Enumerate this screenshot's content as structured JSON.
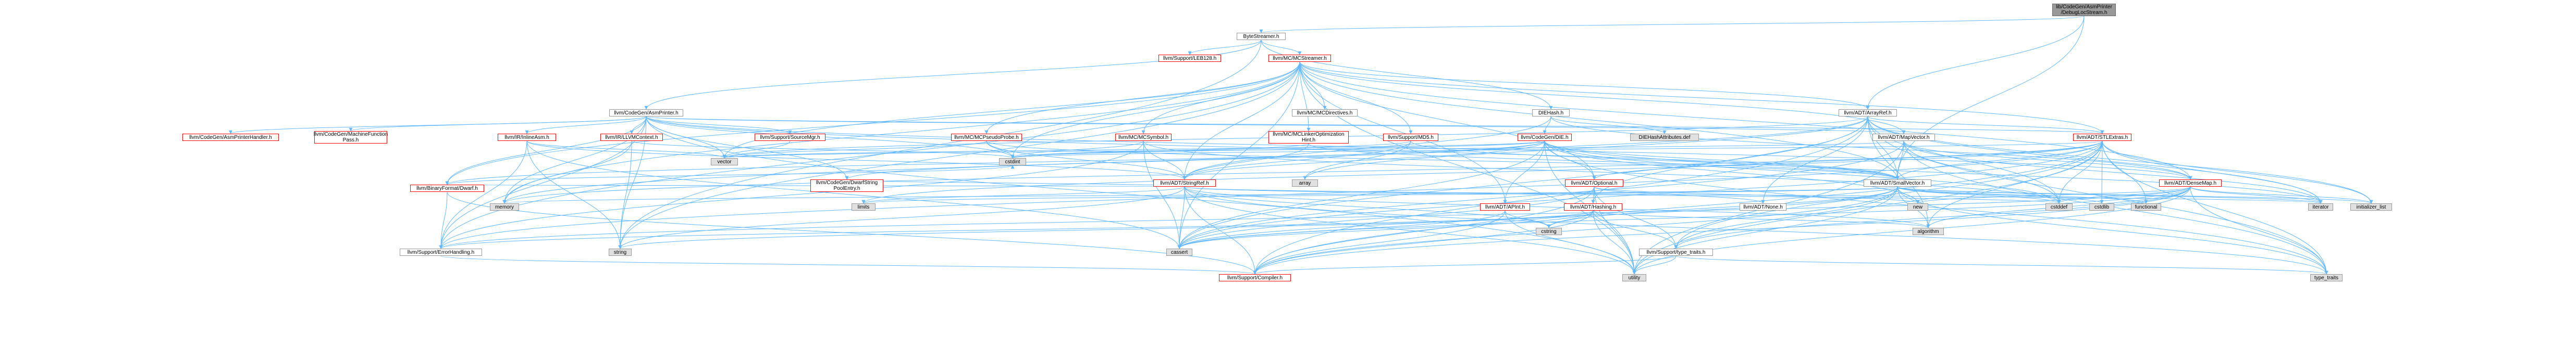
{
  "colors": {
    "edge": "#63b8ff",
    "root_fill": "#999999",
    "link_border": "#ff0000",
    "system_fill": "#e0e0e0"
  },
  "nodes": [
    {
      "id": "root",
      "label": "lib/CodeGen/AsmPrinter\n/DebugLocStream.h",
      "style": "root"
    },
    {
      "id": "bytestreamer",
      "label": "ByteStreamer.h",
      "style": "plain"
    },
    {
      "id": "leb128",
      "label": "llvm/Support/LEB128.h",
      "style": "red"
    },
    {
      "id": "mcstreamer",
      "label": "llvm/MC/MCStreamer.h",
      "style": "red"
    },
    {
      "id": "asmprinter",
      "label": "llvm/CodeGen/AsmPrinter.h",
      "style": "plain"
    },
    {
      "id": "mcdirectives",
      "label": "llvm/MC/MCDirectives.h",
      "style": "plain"
    },
    {
      "id": "diehash",
      "label": "DIEHash.h",
      "style": "plain"
    },
    {
      "id": "arrayref",
      "label": "llvm/ADT/ArrayRef.h",
      "style": "plain"
    },
    {
      "id": "asmprinterhandler",
      "label": "llvm/CodeGen/AsmPrinterHandler.h",
      "style": "red"
    },
    {
      "id": "machinefunctionpass",
      "label": "llvm/CodeGen/MachineFunction\nPass.h",
      "style": "red"
    },
    {
      "id": "inlineasm",
      "label": "llvm/IR/InlineAsm.h",
      "style": "red"
    },
    {
      "id": "llvmcontext",
      "label": "llvm/IR/LLVMContext.h",
      "style": "red"
    },
    {
      "id": "sourcemgr",
      "label": "llvm/Support/SourceMgr.h",
      "style": "red"
    },
    {
      "id": "mcpseudoprobe",
      "label": "llvm/MC/MCPseudoProbe.h",
      "style": "red"
    },
    {
      "id": "mcsymbol",
      "label": "llvm/MC/MCSymbol.h",
      "style": "red"
    },
    {
      "id": "mclinker",
      "label": "llvm/MC/MCLinkerOptimization\nHint.h",
      "style": "red"
    },
    {
      "id": "md5",
      "label": "llvm/Support/MD5.h",
      "style": "red"
    },
    {
      "id": "codegendie",
      "label": "llvm/CodeGen/DIE.h",
      "style": "red"
    },
    {
      "id": "dieattrdef",
      "label": "DIEHashAttributes.def",
      "style": "grey"
    },
    {
      "id": "mapvector",
      "label": "llvm/ADT/MapVector.h",
      "style": "plain"
    },
    {
      "id": "stlextras",
      "label": "llvm/ADT/STLExtras.h",
      "style": "red"
    },
    {
      "id": "vector",
      "label": "vector",
      "style": "grey"
    },
    {
      "id": "cstdint",
      "label": "cstdint",
      "style": "grey"
    },
    {
      "id": "dwarf",
      "label": "llvm/BinaryFormat/Dwarf.h",
      "style": "red"
    },
    {
      "id": "dwarfstring",
      "label": "llvm/CodeGen/DwarfString\nPoolEntry.h",
      "style": "red"
    },
    {
      "id": "stringref",
      "label": "llvm/ADT/StringRef.h",
      "style": "red"
    },
    {
      "id": "array",
      "label": "array",
      "style": "grey"
    },
    {
      "id": "optional",
      "label": "llvm/ADT/Optional.h",
      "style": "red"
    },
    {
      "id": "smallvector",
      "label": "llvm/ADT/SmallVector.h",
      "style": "plain"
    },
    {
      "id": "densemap",
      "label": "llvm/ADT/DenseMap.h",
      "style": "red"
    },
    {
      "id": "memory",
      "label": "memory",
      "style": "grey"
    },
    {
      "id": "limits",
      "label": "limits",
      "style": "grey"
    },
    {
      "id": "apint",
      "label": "llvm/ADT/APInt.h",
      "style": "red"
    },
    {
      "id": "hashing",
      "label": "llvm/ADT/Hashing.h",
      "style": "red"
    },
    {
      "id": "none",
      "label": "llvm/ADT/None.h",
      "style": "plain"
    },
    {
      "id": "new",
      "label": "new",
      "style": "grey"
    },
    {
      "id": "cstddef",
      "label": "cstddef",
      "style": "grey"
    },
    {
      "id": "cstdlib",
      "label": "cstdlib",
      "style": "grey"
    },
    {
      "id": "functional",
      "label": "functional",
      "style": "grey"
    },
    {
      "id": "iterator",
      "label": "iterator",
      "style": "grey"
    },
    {
      "id": "initlist",
      "label": "initializer_list",
      "style": "grey"
    },
    {
      "id": "errorhandling",
      "label": "llvm/Support/ErrorHandling.h",
      "style": "plain"
    },
    {
      "id": "string",
      "label": "string",
      "style": "grey"
    },
    {
      "id": "cassert",
      "label": "cassert",
      "style": "grey"
    },
    {
      "id": "cstring",
      "label": "cstring",
      "style": "grey"
    },
    {
      "id": "typetraits",
      "label": "llvm/Support/type_traits.h",
      "style": "plain"
    },
    {
      "id": "algorithm",
      "label": "algorithm",
      "style": "grey"
    },
    {
      "id": "compiler",
      "label": "llvm/Support/Compiler.h",
      "style": "red"
    },
    {
      "id": "utility",
      "label": "utility",
      "style": "grey"
    },
    {
      "id": "type_traits",
      "label": "type_traits",
      "style": "grey"
    }
  ],
  "edges": [
    [
      "root",
      "bytestreamer"
    ],
    [
      "root",
      "arrayref"
    ],
    [
      "root",
      "smallvector"
    ],
    [
      "bytestreamer",
      "leb128"
    ],
    [
      "bytestreamer",
      "mcstreamer"
    ],
    [
      "bytestreamer",
      "asmprinter"
    ],
    [
      "bytestreamer",
      "diehash"
    ],
    [
      "bytestreamer",
      "string"
    ],
    [
      "mcstreamer",
      "mcdirectives"
    ],
    [
      "mcstreamer",
      "arrayref"
    ],
    [
      "mcstreamer",
      "mcpseudoprobe"
    ],
    [
      "mcstreamer",
      "mcsymbol"
    ],
    [
      "mcstreamer",
      "mclinker"
    ],
    [
      "mcstreamer",
      "md5"
    ],
    [
      "mcstreamer",
      "optional"
    ],
    [
      "mcstreamer",
      "smallvector"
    ],
    [
      "mcstreamer",
      "stringref"
    ],
    [
      "mcstreamer",
      "apint"
    ],
    [
      "mcstreamer",
      "errorhandling"
    ],
    [
      "mcstreamer",
      "cassert"
    ],
    [
      "mcstreamer",
      "cstdint"
    ],
    [
      "mcstreamer",
      "memory"
    ],
    [
      "mcstreamer",
      "string"
    ],
    [
      "mcstreamer",
      "utility"
    ],
    [
      "mcstreamer",
      "vector"
    ],
    [
      "mcstreamer",
      "dwarf"
    ],
    [
      "mcstreamer",
      "mapvector"
    ],
    [
      "mcstreamer",
      "densemap"
    ],
    [
      "mcstreamer",
      "stlextras"
    ],
    [
      "asmprinter",
      "asmprinterhandler"
    ],
    [
      "asmprinter",
      "machinefunctionpass"
    ],
    [
      "asmprinter",
      "inlineasm"
    ],
    [
      "asmprinter",
      "llvmcontext"
    ],
    [
      "asmprinter",
      "sourcemgr"
    ],
    [
      "asmprinter",
      "dwarfstring"
    ],
    [
      "asmprinter",
      "dwarf"
    ],
    [
      "asmprinter",
      "errorhandling"
    ],
    [
      "asmprinter",
      "cstdint"
    ],
    [
      "asmprinter",
      "memory"
    ],
    [
      "asmprinter",
      "utility"
    ],
    [
      "asmprinter",
      "vector"
    ],
    [
      "asmprinter",
      "mapvector"
    ],
    [
      "asmprinter",
      "smallvector"
    ],
    [
      "asmprinter",
      "densemap"
    ],
    [
      "asmprinter",
      "stlextras"
    ],
    [
      "asmprinter",
      "string"
    ],
    [
      "diehash",
      "codegendie"
    ],
    [
      "diehash",
      "dieattrdef"
    ],
    [
      "diehash",
      "stringref"
    ],
    [
      "diehash",
      "densemap"
    ],
    [
      "arrayref",
      "stlextras"
    ],
    [
      "arrayref",
      "smallvector"
    ],
    [
      "arrayref",
      "hashing"
    ],
    [
      "arrayref",
      "none"
    ],
    [
      "arrayref",
      "compiler"
    ],
    [
      "arrayref",
      "algorithm"
    ],
    [
      "arrayref",
      "array"
    ],
    [
      "arrayref",
      "cassert"
    ],
    [
      "arrayref",
      "cstddef"
    ],
    [
      "arrayref",
      "initlist"
    ],
    [
      "arrayref",
      "iterator"
    ],
    [
      "arrayref",
      "memory"
    ],
    [
      "arrayref",
      "type_traits"
    ],
    [
      "arrayref",
      "vector"
    ],
    [
      "inlineasm",
      "stringref"
    ],
    [
      "inlineasm",
      "errorhandling"
    ],
    [
      "inlineasm",
      "cassert"
    ],
    [
      "inlineasm",
      "string"
    ],
    [
      "inlineasm",
      "vector"
    ],
    [
      "llvmcontext",
      "cstdint"
    ],
    [
      "llvmcontext",
      "memory"
    ],
    [
      "llvmcontext",
      "string"
    ],
    [
      "sourcemgr",
      "vector"
    ],
    [
      "mcpseudoprobe",
      "cstdint"
    ],
    [
      "mcpseudoprobe",
      "smallvector"
    ],
    [
      "mcpseudoprobe",
      "stringref"
    ],
    [
      "mcpseudoprobe",
      "vector"
    ],
    [
      "mcsymbol",
      "stringref"
    ],
    [
      "mcsymbol",
      "cassert"
    ],
    [
      "mcsymbol",
      "cstddef"
    ],
    [
      "mcsymbol",
      "cstdint"
    ],
    [
      "mcsymbol",
      "errorhandling"
    ],
    [
      "mclinker",
      "stringref"
    ],
    [
      "mclinker",
      "smallvector"
    ],
    [
      "mclinker",
      "cstdint"
    ],
    [
      "md5",
      "stringref"
    ],
    [
      "md5",
      "array"
    ],
    [
      "md5",
      "cstdint"
    ],
    [
      "md5",
      "smallvector"
    ],
    [
      "codegendie",
      "smallvector"
    ],
    [
      "codegendie",
      "stringref"
    ],
    [
      "codegendie",
      "dwarf"
    ],
    [
      "codegendie",
      "dwarfstring"
    ],
    [
      "codegendie",
      "apint"
    ],
    [
      "codegendie",
      "optional"
    ],
    [
      "codegendie",
      "cassert"
    ],
    [
      "codegendie",
      "cstddef"
    ],
    [
      "codegendie",
      "cstdint"
    ],
    [
      "codegendie",
      "iterator"
    ],
    [
      "codegendie",
      "new"
    ],
    [
      "codegendie",
      "type_traits"
    ],
    [
      "codegendie",
      "utility"
    ],
    [
      "codegendie",
      "vector"
    ],
    [
      "mapvector",
      "densemap"
    ],
    [
      "mapvector",
      "smallvector"
    ],
    [
      "mapvector",
      "cassert"
    ],
    [
      "mapvector",
      "cstddef"
    ],
    [
      "mapvector",
      "iterator"
    ],
    [
      "mapvector",
      "type_traits"
    ],
    [
      "mapvector",
      "utility"
    ],
    [
      "mapvector",
      "vector"
    ],
    [
      "stlextras",
      "optional"
    ],
    [
      "stlextras",
      "smallvector"
    ],
    [
      "stlextras",
      "errorhandling"
    ],
    [
      "stlextras",
      "algorithm"
    ],
    [
      "stlextras",
      "cassert"
    ],
    [
      "stlextras",
      "cstddef"
    ],
    [
      "stlextras",
      "cstdint"
    ],
    [
      "stlextras",
      "cstdlib"
    ],
    [
      "stlextras",
      "functional"
    ],
    [
      "stlextras",
      "initlist"
    ],
    [
      "stlextras",
      "iterator"
    ],
    [
      "stlextras",
      "limits"
    ],
    [
      "stlextras",
      "memory"
    ],
    [
      "stlextras",
      "tuple"
    ],
    [
      "stlextras",
      "type_traits"
    ],
    [
      "stlextras",
      "utility"
    ],
    [
      "stlextras",
      "typetraits"
    ],
    [
      "stlextras",
      "compiler"
    ],
    [
      "dwarf",
      "errorhandling"
    ],
    [
      "dwarf",
      "compiler"
    ],
    [
      "dwarf",
      "stringref"
    ],
    [
      "dwarf",
      "cstdint"
    ],
    [
      "dwarfstring",
      "stringref"
    ],
    [
      "stringref",
      "compiler"
    ],
    [
      "stringref",
      "algorithm"
    ],
    [
      "stringref",
      "cassert"
    ],
    [
      "stringref",
      "cstddef"
    ],
    [
      "stringref",
      "cstring"
    ],
    [
      "stringref",
      "limits"
    ],
    [
      "stringref",
      "string"
    ],
    [
      "stringref",
      "type_traits"
    ],
    [
      "stringref",
      "utility"
    ],
    [
      "stringref",
      "iterator"
    ],
    [
      "optional",
      "hashing"
    ],
    [
      "optional",
      "none"
    ],
    [
      "optional",
      "compiler"
    ],
    [
      "optional",
      "typetraits"
    ],
    [
      "optional",
      "cassert"
    ],
    [
      "optional",
      "new"
    ],
    [
      "optional",
      "utility"
    ],
    [
      "smallvector",
      "compiler"
    ],
    [
      "smallvector",
      "typetraits"
    ],
    [
      "smallvector",
      "algorithm"
    ],
    [
      "smallvector",
      "cassert"
    ],
    [
      "smallvector",
      "cstddef"
    ],
    [
      "smallvector",
      "cstdlib"
    ],
    [
      "smallvector",
      "cstring"
    ],
    [
      "smallvector",
      "functional"
    ],
    [
      "smallvector",
      "initlist"
    ],
    [
      "smallvector",
      "iterator"
    ],
    [
      "smallvector",
      "limits"
    ],
    [
      "smallvector",
      "memory"
    ],
    [
      "smallvector",
      "new"
    ],
    [
      "smallvector",
      "type_traits"
    ],
    [
      "smallvector",
      "utility"
    ],
    [
      "densemap",
      "compiler"
    ],
    [
      "densemap",
      "typetraits"
    ],
    [
      "densemap",
      "algorithm"
    ],
    [
      "densemap",
      "cassert"
    ],
    [
      "densemap",
      "cstddef"
    ],
    [
      "densemap",
      "initlist"
    ],
    [
      "densemap",
      "iterator"
    ],
    [
      "densemap",
      "new"
    ],
    [
      "densemap",
      "type_traits"
    ],
    [
      "densemap",
      "utility"
    ],
    [
      "densemap",
      "errorhandling"
    ],
    [
      "apint",
      "compiler"
    ],
    [
      "apint",
      "cassert"
    ],
    [
      "apint",
      "climits"
    ],
    [
      "apint",
      "cstring"
    ],
    [
      "apint",
      "utility"
    ],
    [
      "hashing",
      "errorhandling"
    ],
    [
      "hashing",
      "typetraits"
    ],
    [
      "hashing",
      "algorithm"
    ],
    [
      "hashing",
      "cassert"
    ],
    [
      "hashing",
      "cstring"
    ],
    [
      "hashing",
      "string"
    ],
    [
      "hashing",
      "utility"
    ],
    [
      "hashing",
      "compiler"
    ],
    [
      "errorhandling",
      "compiler"
    ],
    [
      "typetraits",
      "compiler"
    ],
    [
      "typetraits",
      "type_traits"
    ],
    [
      "typetraits",
      "utility"
    ]
  ]
}
